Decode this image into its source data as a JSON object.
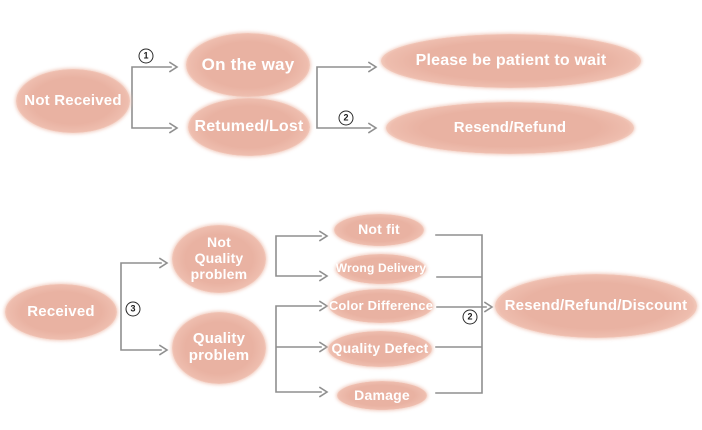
{
  "palette": {
    "ellipse_fill": "#e9b2a2",
    "ellipse_fill_edge": "#f2c9bb",
    "node_text_color": "#ffffff",
    "line_color": "#8f8f8f",
    "step_text_color": "#1a1a1a",
    "background": "#ffffff"
  },
  "flowchart": {
    "top": {
      "source": {
        "label": "Not Received"
      },
      "branches": [
        {
          "label": "On the way"
        },
        {
          "label": "Retumed/Lost"
        }
      ],
      "outcomes": [
        {
          "label": "Please be patient to wait"
        },
        {
          "label": "Resend/Refund"
        }
      ],
      "steps": [
        {
          "symbol": "①",
          "digit": "1"
        },
        {
          "symbol": "②",
          "digit": "2"
        }
      ]
    },
    "bottom": {
      "source": {
        "label": "Received"
      },
      "branches": [
        {
          "label": "Not Quality problem"
        },
        {
          "label": "Quality problem"
        }
      ],
      "reasons": [
        {
          "label": "Not fit"
        },
        {
          "label": "Wrong Delivery"
        },
        {
          "label": "Color Difference"
        },
        {
          "label": "Quality Defect"
        },
        {
          "label": "Damage"
        }
      ],
      "outcome": {
        "label": "Resend/Refund/Discount"
      },
      "steps": [
        {
          "symbol": "③",
          "digit": "3"
        },
        {
          "symbol": "②",
          "digit": "2"
        }
      ]
    },
    "edges": [
      {
        "from": "Not Received",
        "to": "On the way",
        "step": "1"
      },
      {
        "from": "Not Received",
        "to": "Retumed/Lost",
        "step": "1"
      },
      {
        "from": "On the way",
        "to": "Please be patient to wait",
        "step": "2"
      },
      {
        "from": "Retumed/Lost",
        "to": "Resend/Refund",
        "step": "2"
      },
      {
        "from": "Received",
        "to": "Not Quality problem",
        "step": "3"
      },
      {
        "from": "Received",
        "to": "Quality problem",
        "step": "3"
      },
      {
        "from": "Not Quality problem",
        "to": "Not fit",
        "step": ""
      },
      {
        "from": "Not Quality problem",
        "to": "Wrong Delivery",
        "step": ""
      },
      {
        "from": "Quality problem",
        "to": "Color Difference",
        "step": ""
      },
      {
        "from": "Quality problem",
        "to": "Quality Defect",
        "step": ""
      },
      {
        "from": "Quality problem",
        "to": "Damage",
        "step": ""
      },
      {
        "from": "Not fit / Wrong Delivery / Color Difference / Quality Defect / Damage",
        "to": "Resend/Refund/Discount",
        "step": "2"
      }
    ]
  }
}
